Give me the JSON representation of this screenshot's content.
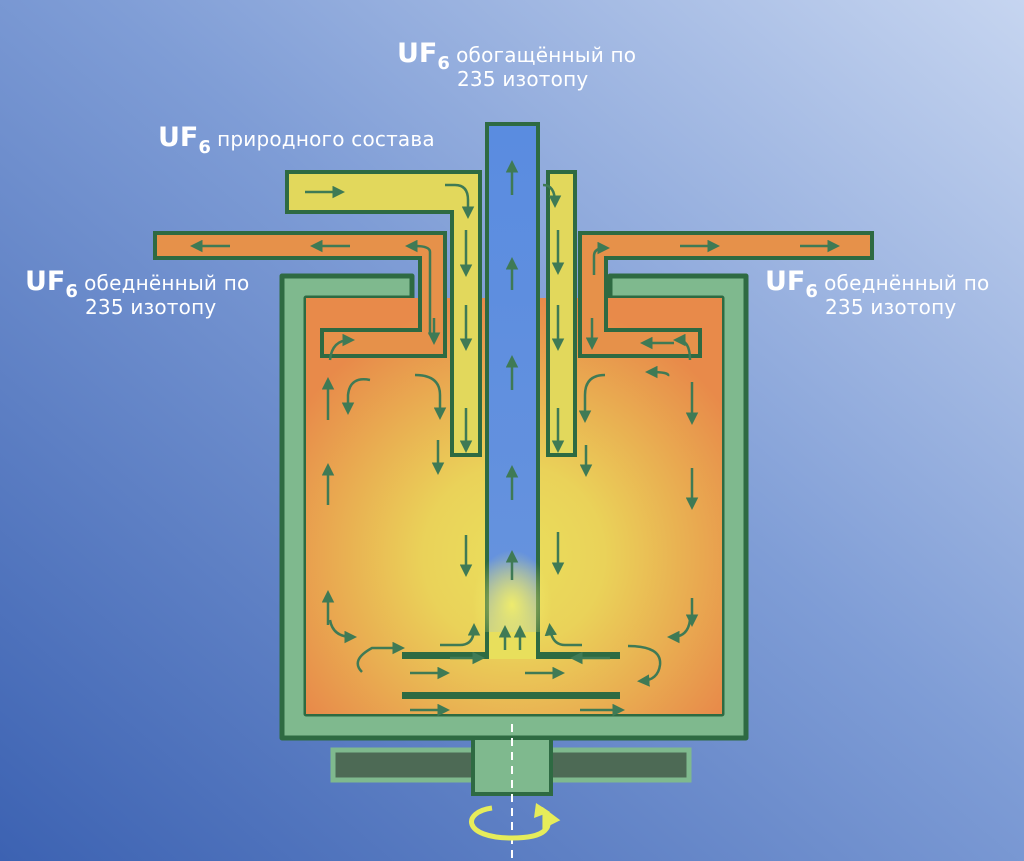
{
  "labels": {
    "enriched": {
      "formula": "UF",
      "subscript": "6",
      "line1": "обогащённый по",
      "line2": "235 изотопу"
    },
    "natural": {
      "formula": "UF",
      "subscript": "6",
      "line1": "природного состава"
    },
    "depleted_left": {
      "formula": "UF",
      "subscript": "6",
      "line1": "обеднённый по",
      "line2": "235 изотопу"
    },
    "depleted_right": {
      "formula": "UF",
      "subscript": "6",
      "line1": "обеднённый по",
      "line2": "235 изотопу"
    }
  },
  "colors": {
    "background_top": "#c3d2ef",
    "background_bottom": "#3e64b4",
    "casing_fill": "#7fb98e",
    "casing_stroke": "#2e6a42",
    "gas_orange": "#e8904a",
    "gas_yellow": "#ecdb58",
    "enriched_blue": "#5b8ee0",
    "arrow": "#3f7a55",
    "rotor_base": "#4d6a55",
    "rotation_arrow": "#e6ec5a",
    "axis_line": "#ffffff"
  }
}
